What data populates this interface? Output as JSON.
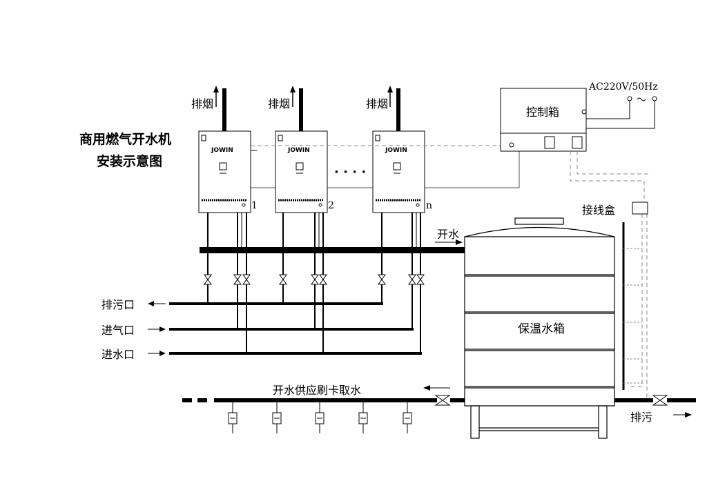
{
  "title_line1": "商用燃气开水机",
  "title_line2": "安装示意图",
  "heaters": [
    {
      "exhaust_label": "排烟",
      "brand": "JOWIN",
      "number": "1"
    },
    {
      "exhaust_label": "排烟",
      "brand": "JOWIN",
      "number": "2"
    },
    {
      "exhaust_label": "排烟",
      "brand": "JOWIN",
      "number": "n"
    }
  ],
  "ellipsis": "· · · ·",
  "control_box_label": "控制箱",
  "power_label": "AC220V/50Hz",
  "junction_box_label": "接线盒",
  "hot_water_label": "开水",
  "tank_label": "保温水箱",
  "drain_outlet_label": "排污口",
  "gas_inlet_label": "进气口",
  "water_inlet_label": "进水口",
  "supply_label": "开水供应刷卡取水",
  "tank_drain_label": "排污",
  "colors": {
    "line": "#000000",
    "dashed": "#888888",
    "thin": "#555555"
  }
}
